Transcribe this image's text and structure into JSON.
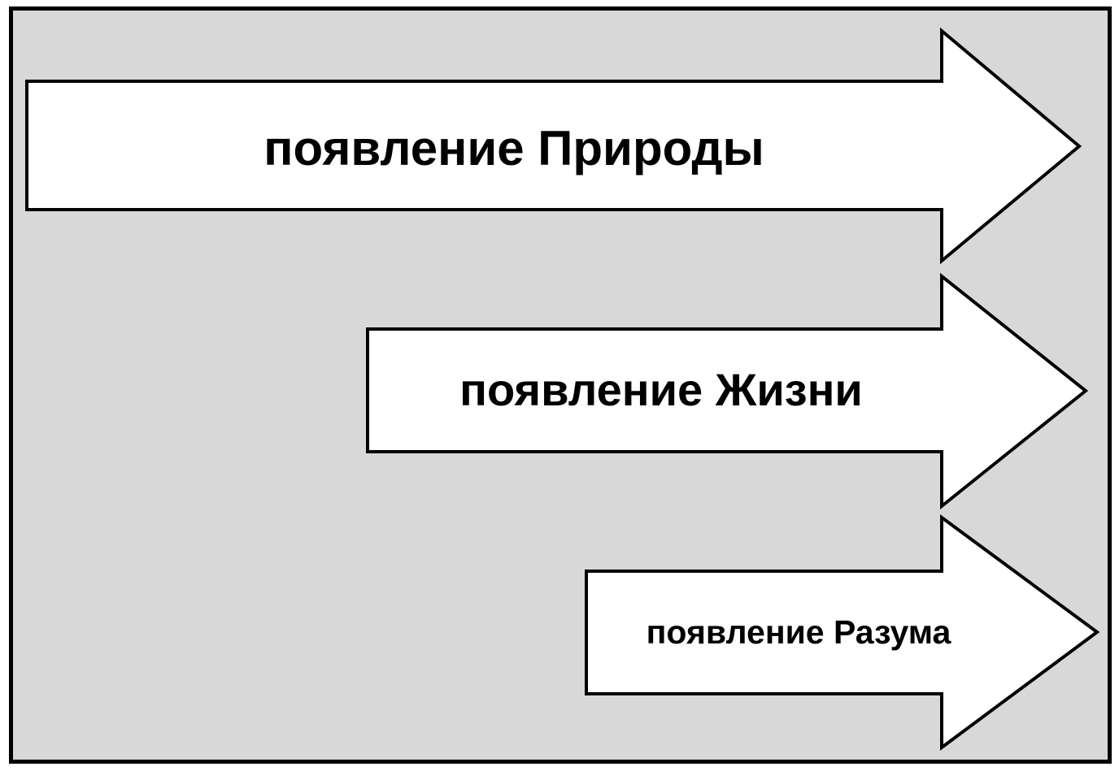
{
  "diagram": {
    "arrows": [
      {
        "label": "появление Природы"
      },
      {
        "label": "появление Жизни"
      },
      {
        "label": "появление Разума"
      }
    ]
  },
  "colors": {
    "background": "#d8d8d8",
    "arrow_fill": "#ffffff",
    "outline": "#000000"
  }
}
